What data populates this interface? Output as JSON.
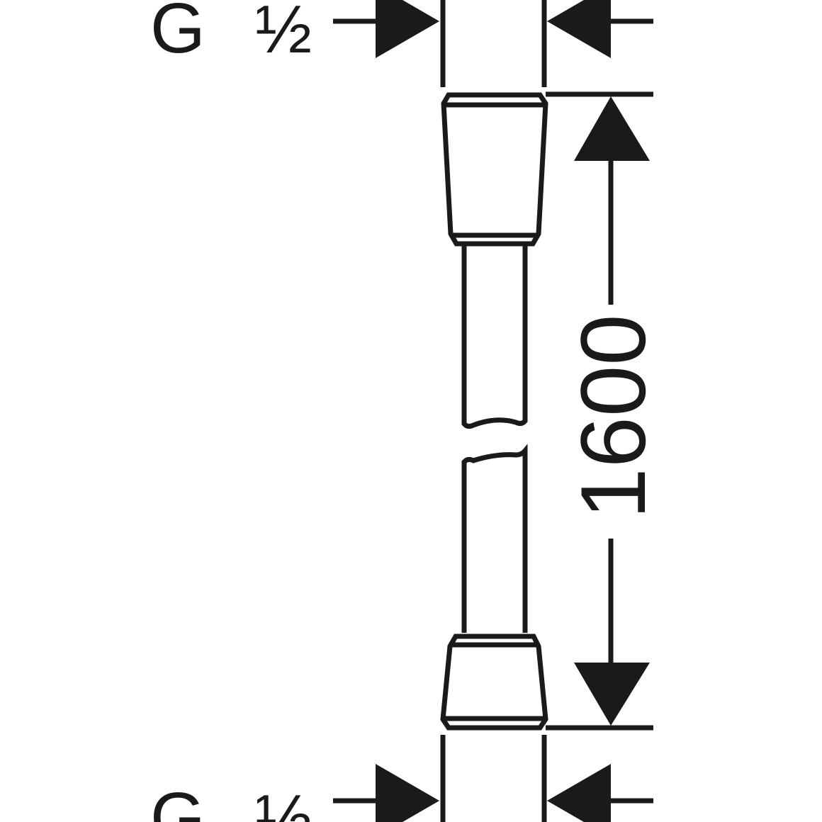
{
  "drawing": {
    "top_thread_label": "G",
    "top_thread_size": "½",
    "bottom_thread_label": "G",
    "bottom_thread_size": "½",
    "length_dimension": "1600"
  },
  "colors": {
    "line": "#1a1a1a",
    "background": "#ffffff"
  }
}
